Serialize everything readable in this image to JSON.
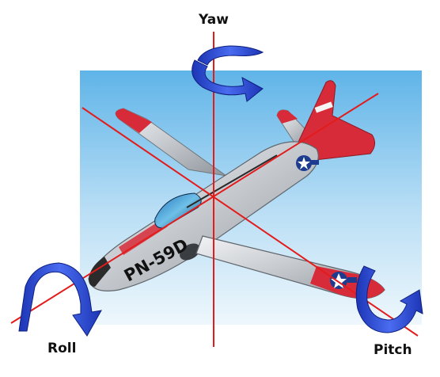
{
  "labels": {
    "yaw": "Yaw",
    "roll": "Roll",
    "pitch": "Pitch"
  },
  "aircraft": {
    "tail_number": "PN-59D"
  },
  "colors": {
    "sky_top": "#5fb4e8",
    "sky_bottom": "#e8f4fb",
    "axis_line": "#e31b1b",
    "arrow": "#2344c9",
    "fuselage": "#c9cdd2",
    "trim": "#d82b3a"
  },
  "icons": {
    "yaw": "yaw-rotation-arrow-icon",
    "roll": "roll-rotation-arrow-icon",
    "pitch": "pitch-rotation-arrow-icon"
  }
}
